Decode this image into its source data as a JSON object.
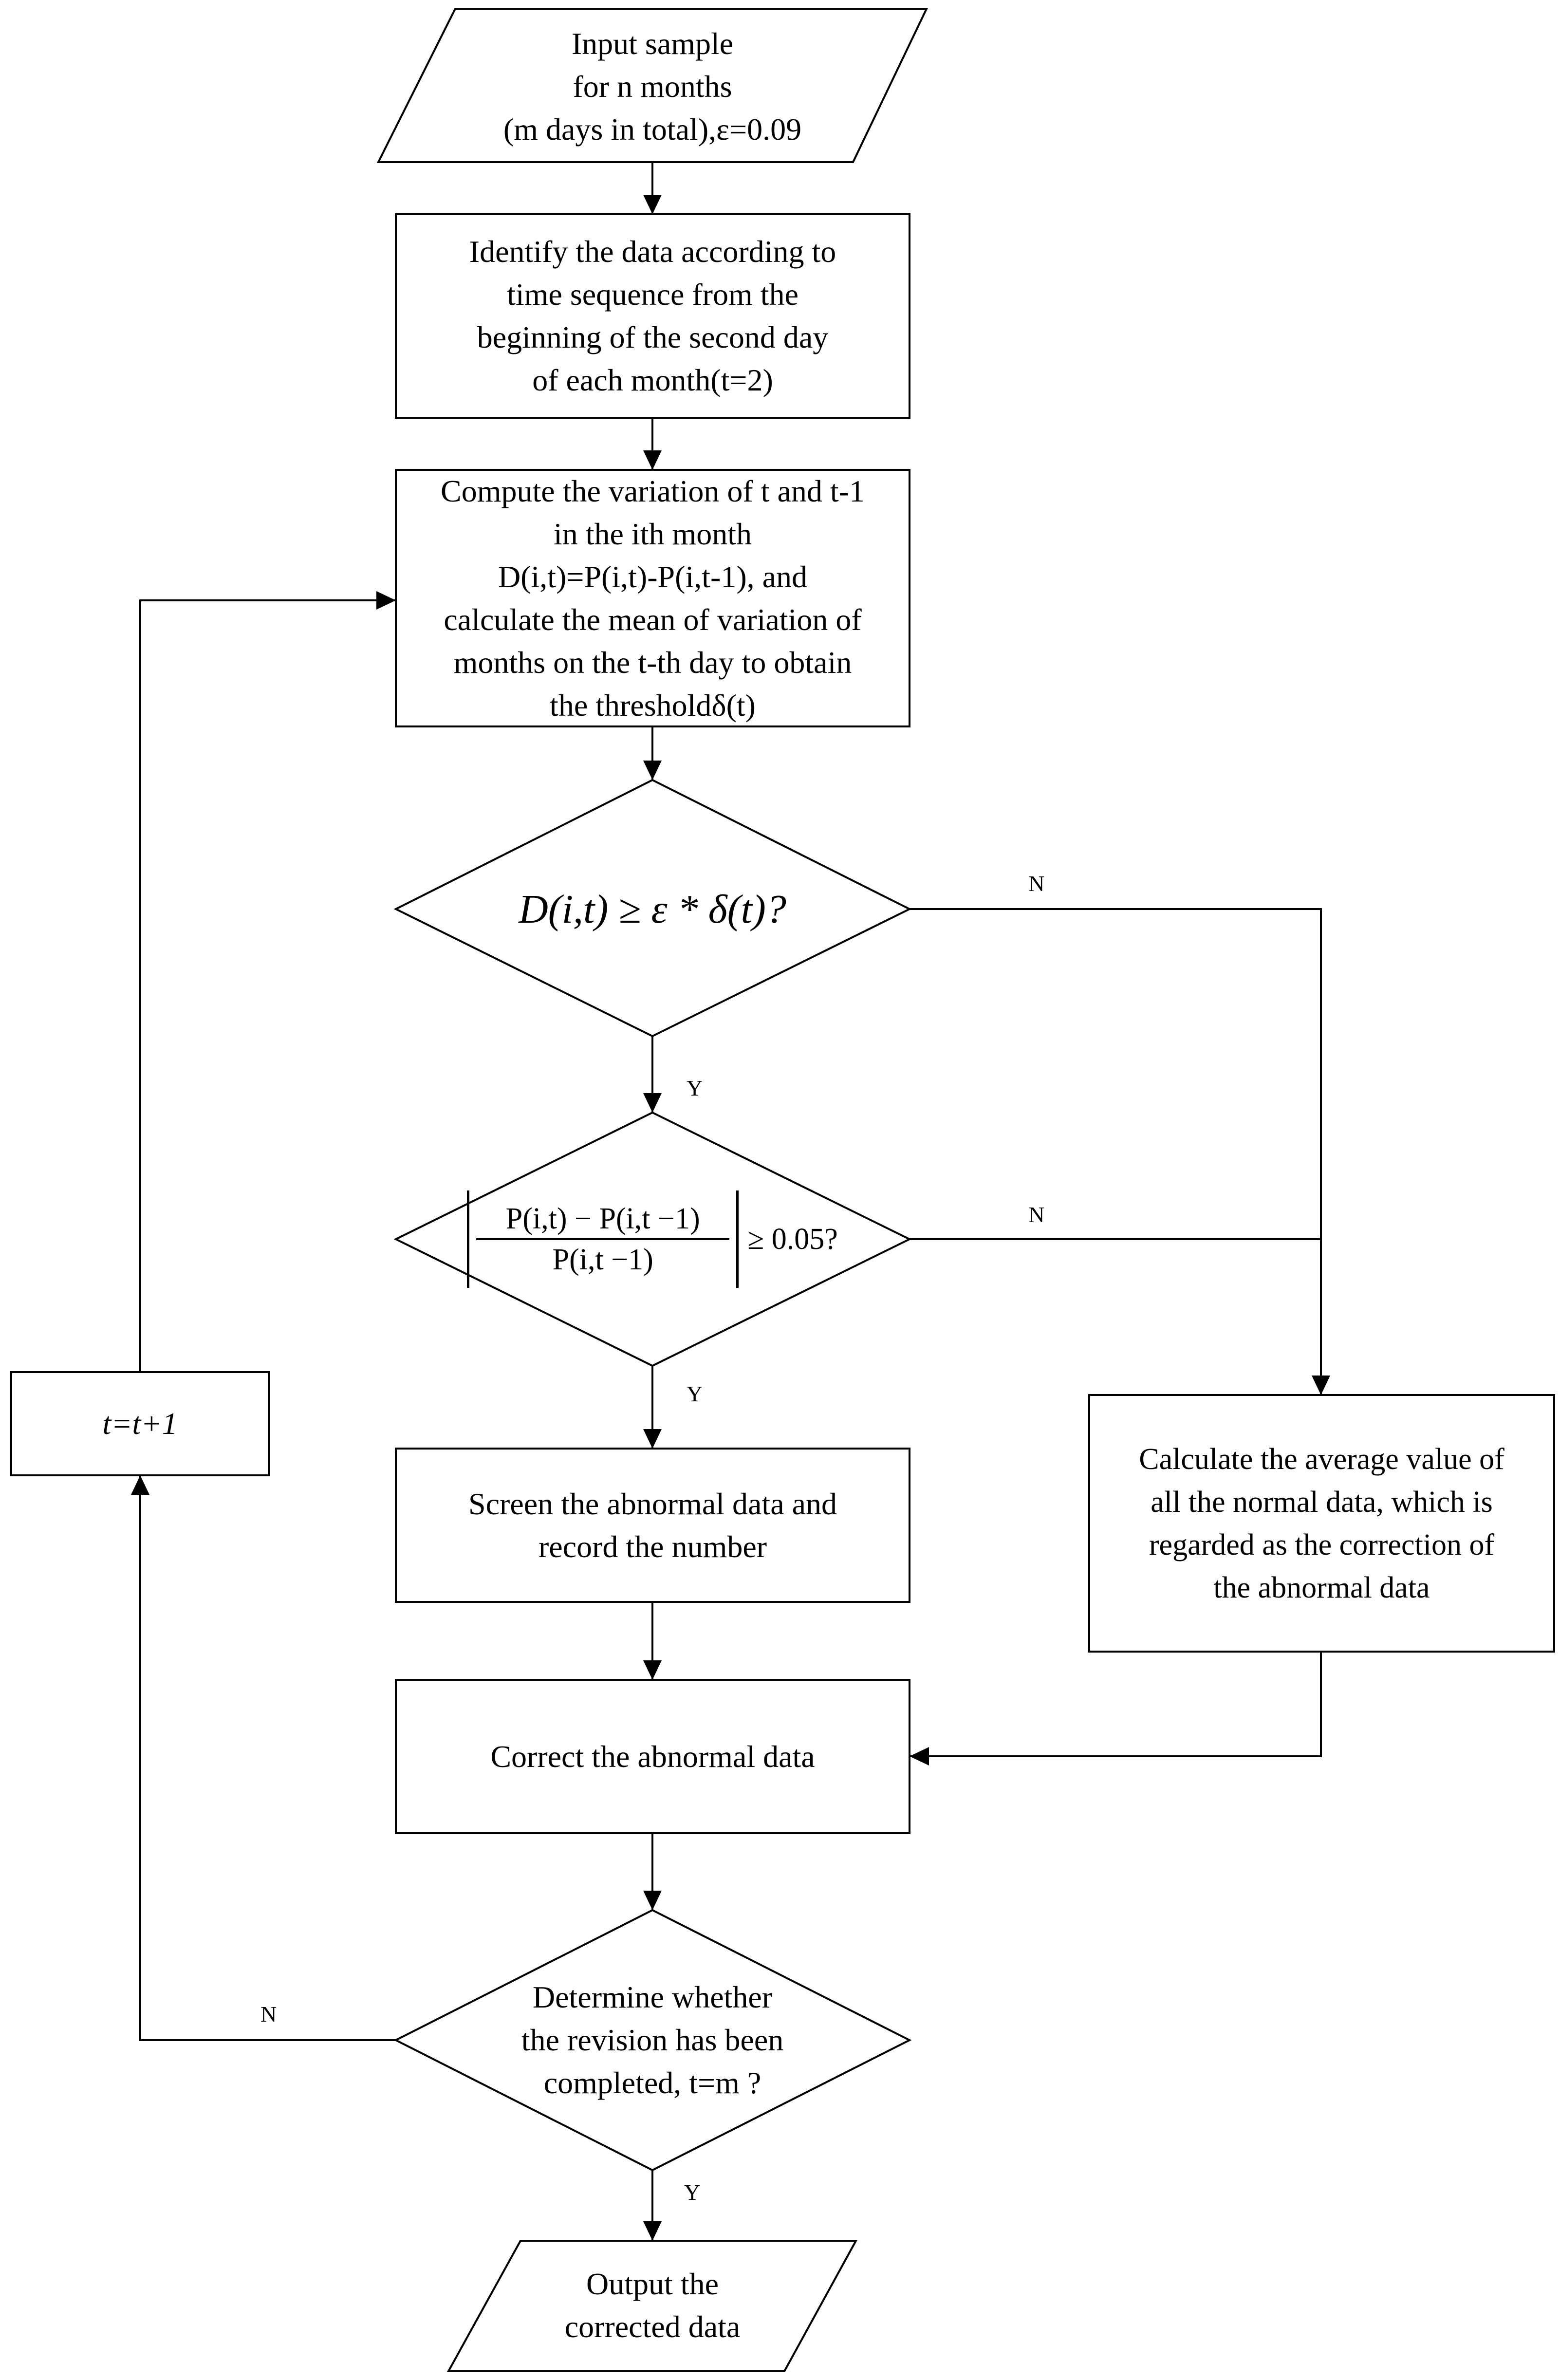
{
  "nodes": {
    "input": {
      "lines": [
        "Input sample",
        "for n months",
        "(m days in total),ε=0.09"
      ]
    },
    "identify": {
      "lines": [
        "Identify the data according to",
        "time sequence from the",
        "beginning of the second day",
        "of each month(t=2)"
      ]
    },
    "compute": {
      "lines": [
        "Compute the variation of t and t-1",
        "in the ith month",
        "D(i,t)=P(i,t)-P(i,t-1), and",
        "calculate the mean of variation of",
        "months on the t-th day to obtain",
        "the thresholdδ(t)"
      ]
    },
    "decision1": {
      "text": "D(i,t) ≥ ε * δ(t)?"
    },
    "decision2": {
      "numerator": "P(i,t) − P(i,t −1)",
      "denominator": "P(i,t −1)",
      "suffix": "≥ 0.05?"
    },
    "screen": {
      "lines": [
        "Screen the abnormal data and",
        "record the number"
      ]
    },
    "average": {
      "lines": [
        "Calculate the average value of",
        "all the normal data, which is",
        "regarded as the correction of",
        "the abnormal data"
      ]
    },
    "correct": {
      "lines": [
        "Correct the abnormal data"
      ]
    },
    "determine": {
      "lines": [
        "Determine whether",
        "the revision has been",
        "completed, t=m ?"
      ]
    },
    "output": {
      "lines": [
        "Output the",
        "corrected data"
      ]
    },
    "increment": {
      "lines": [
        "t=t+1"
      ]
    }
  },
  "edge_labels": {
    "d1_no": "N",
    "d1_yes": "Y",
    "d2_no": "N",
    "d2_yes": "Y",
    "d3_no": "N",
    "d3_yes": "Y"
  }
}
